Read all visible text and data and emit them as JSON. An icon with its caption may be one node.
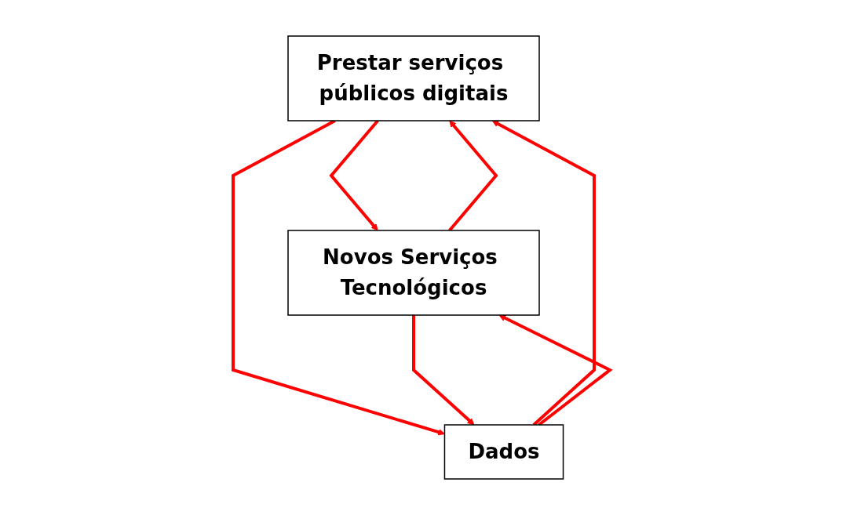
{
  "diagram": {
    "nodes": [
      {
        "text": [
          "Prestar serviços públicos digitais"
        ]
      },
      {
        "text": [
          "Novos Serviços Tecnológicos"
        ]
      },
      {
        "text": [
          "Dados"
        ]
      }
    ],
    "edges": [
      {
        "from": 0,
        "to": 1,
        "arrow": "to"
      },
      {
        "from": 1,
        "to": 0,
        "arrow": "to"
      },
      {
        "from": 2,
        "to": 0,
        "arrow": "to"
      },
      {
        "from": 0,
        "to": 2,
        "arrow": "to"
      },
      {
        "from": 2,
        "to": 1,
        "arrow": "to"
      },
      {
        "from": 1,
        "to": 2,
        "arrow": "to"
      }
    ]
  }
}
